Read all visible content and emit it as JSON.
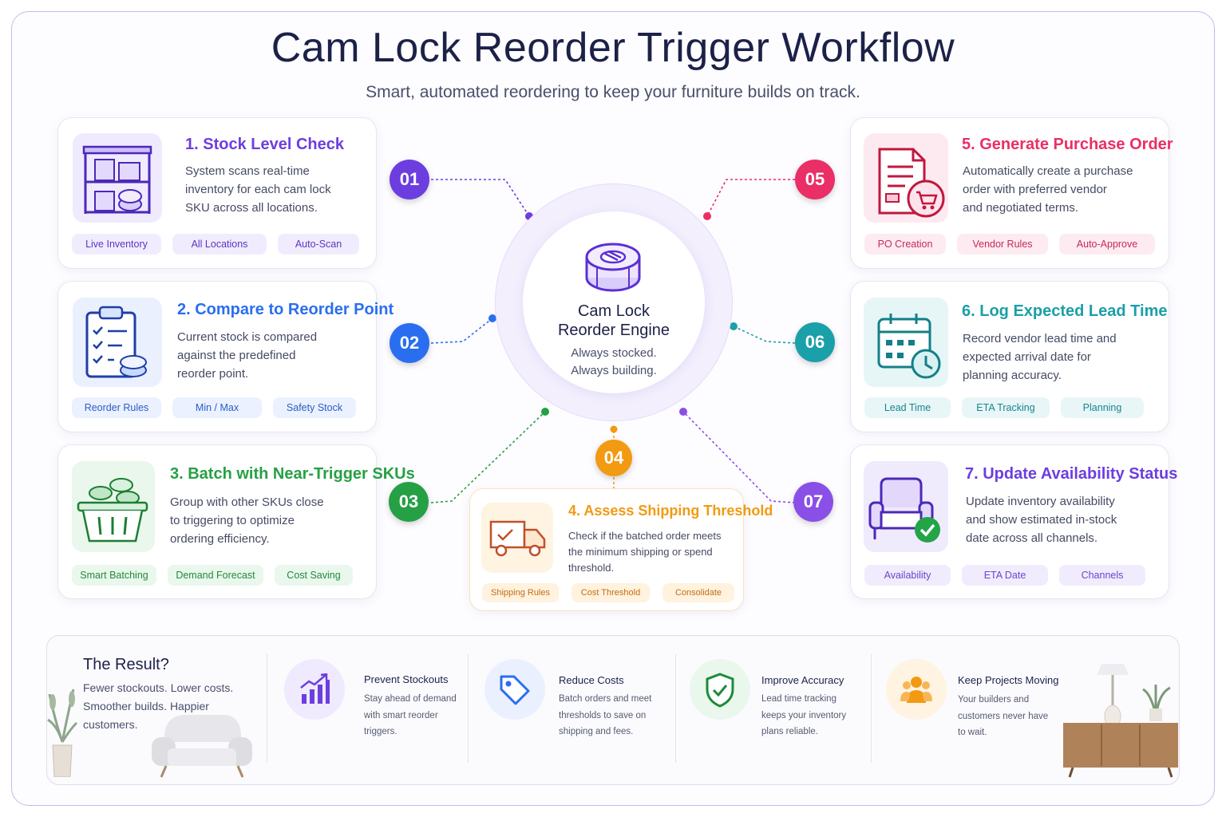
{
  "title": "Cam Lock Reorder Trigger Workflow",
  "subtitle": "Smart, automated reordering to keep your furniture builds on track.",
  "hub": {
    "title_line1": "Cam Lock",
    "title_line2": "Reorder Engine",
    "tagline_line1": "Always stocked.",
    "tagline_line2": "Always building."
  },
  "colors": {
    "step1": "#6c3ee0",
    "step2": "#2a6ef0",
    "step3": "#26a044",
    "step4": "#f29a12",
    "step5": "#ea2e66",
    "step6": "#1aa0a8",
    "step7": "#8a4fe6"
  },
  "steps": [
    {
      "num": "01",
      "title": "1. Stock Level Check",
      "desc": [
        "System scans real-time",
        "inventory for each cam lock",
        "SKU across all locations."
      ],
      "tags": [
        "Live Inventory",
        "All Locations",
        "Auto-Scan"
      ],
      "icon": "shelf-inventory-icon"
    },
    {
      "num": "02",
      "title": "2. Compare to Reorder Point",
      "desc": [
        "Current stock is compared",
        "against the predefined",
        "reorder point."
      ],
      "tags": [
        "Reorder Rules",
        "Min / Max",
        "Safety Stock"
      ],
      "icon": "clipboard-checklist-icon"
    },
    {
      "num": "03",
      "title": "3. Batch with Near-Trigger SKUs",
      "desc": [
        "Group with other SKUs close",
        "to triggering to optimize",
        "ordering efficiency."
      ],
      "tags": [
        "Smart Batching",
        "Demand Forecast",
        "Cost Saving"
      ],
      "icon": "basket-icon"
    },
    {
      "num": "04",
      "title": "4. Assess Shipping Threshold",
      "desc": [
        "Check if the batched order meets",
        "the minimum shipping or spend",
        "threshold."
      ],
      "tags": [
        "Shipping Rules",
        "Cost Threshold",
        "Consolidate"
      ],
      "icon": "delivery-truck-icon"
    },
    {
      "num": "05",
      "title": "5. Generate Purchase Order",
      "desc": [
        "Automatically create a purchase",
        "order with preferred vendor",
        "and negotiated terms."
      ],
      "tags": [
        "PO Creation",
        "Vendor Rules",
        "Auto-Approve"
      ],
      "icon": "purchase-order-icon"
    },
    {
      "num": "06",
      "title": "6. Log Expected Lead Time",
      "desc": [
        "Record vendor lead time and",
        "expected arrival date for",
        "planning accuracy."
      ],
      "tags": [
        "Lead Time",
        "ETA Tracking",
        "Planning"
      ],
      "icon": "calendar-clock-icon"
    },
    {
      "num": "07",
      "title": "7. Update Availability Status",
      "desc": [
        "Update inventory availability",
        "and show estimated in-stock",
        "date across all channels."
      ],
      "tags": [
        "Availability",
        "ETA Date",
        "Channels"
      ],
      "icon": "armchair-check-icon"
    }
  ],
  "result": {
    "title": "The Result?",
    "text": [
      "Fewer stockouts. Lower costs.",
      "Smoother builds. Happier",
      "customers."
    ],
    "benefits": [
      {
        "title": "Prevent Stockouts",
        "text": [
          "Stay ahead of demand",
          "with smart reorder",
          "triggers."
        ],
        "icon": "growth-chart-icon"
      },
      {
        "title": "Reduce Costs",
        "text": [
          "Batch orders and meet",
          "thresholds to save on",
          "shipping and fees."
        ],
        "icon": "price-tag-icon"
      },
      {
        "title": "Improve Accuracy",
        "text": [
          "Lead time tracking",
          "keeps your inventory",
          "plans reliable."
        ],
        "icon": "shield-check-icon"
      },
      {
        "title": "Keep Projects Moving",
        "text": [
          "Your builders and",
          "customers never have",
          "to wait."
        ],
        "icon": "team-icon"
      }
    ]
  }
}
